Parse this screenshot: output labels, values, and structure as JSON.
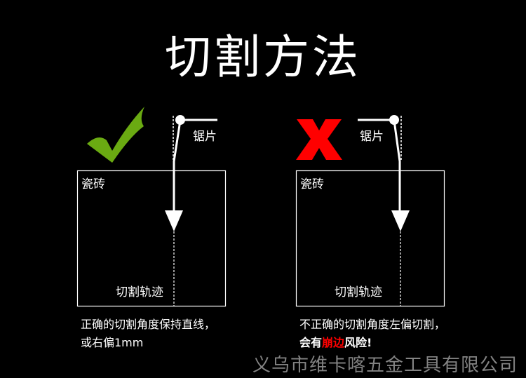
{
  "title": "切割方法",
  "correct": {
    "mark_icon": "green-checkmark",
    "mark_color": "#6aaa12",
    "blade_label": "锯片",
    "tile_label": "瓷砖",
    "track_label": "切割轨迹",
    "caption_line1": "正确的切割角度保持直线，",
    "caption_line2": "或右偏1mm"
  },
  "incorrect": {
    "mark_icon": "red-x",
    "mark_color": "#ff0000",
    "blade_label": "锯片",
    "tile_label": "瓷砖",
    "track_label": "切割轨迹",
    "caption_line1": "不正确的切割角度左偏切割，",
    "caption_line2_a": "会有",
    "caption_line2_warn": "崩边",
    "caption_line2_b": "风险!"
  },
  "watermark": "义乌市维卡喀五金工具有限公司"
}
